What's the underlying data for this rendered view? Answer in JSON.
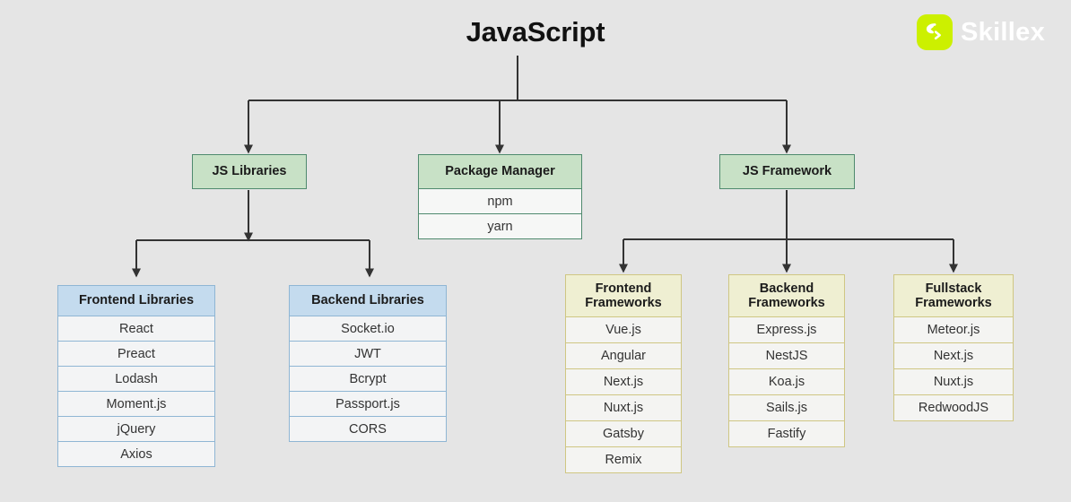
{
  "background_color": "#e5e5e5",
  "root": {
    "label": "JavaScript"
  },
  "logo": {
    "text": "Skillex",
    "mark_icon": "skillex-chevron-icon",
    "mark_color": "#ccf000",
    "text_color": "#ffffff"
  },
  "palette": {
    "green_header": "#c8e1c6",
    "green_border": "#4f8a6e",
    "blue_header": "#c4dbee",
    "blue_border": "#8fb6d4",
    "yellow_header": "#efefd2",
    "yellow_border": "#cfc683",
    "row_fill": "#f4f4f4",
    "wire": "#333333"
  },
  "level1": [
    {
      "id": "js-libraries",
      "label": "JS Libraries",
      "theme": "green",
      "items": []
    },
    {
      "id": "package-manager",
      "label": "Package Manager",
      "theme": "green",
      "items": [
        "npm",
        "yarn"
      ]
    },
    {
      "id": "js-framework",
      "label": "JS Framework",
      "theme": "green",
      "items": []
    }
  ],
  "libraries": [
    {
      "id": "frontend-libraries",
      "label": "Frontend Libraries",
      "theme": "blue",
      "items": [
        "React",
        "Preact",
        "Lodash",
        "Moment.js",
        "jQuery",
        "Axios"
      ]
    },
    {
      "id": "backend-libraries",
      "label": "Backend Libraries",
      "theme": "blue",
      "items": [
        "Socket.io",
        "JWT",
        "Bcrypt",
        "Passport.js",
        "CORS"
      ]
    }
  ],
  "frameworks": [
    {
      "id": "frontend-frameworks",
      "label": "Frontend\nFrameworks",
      "label_line1": "Frontend",
      "label_line2": "Frameworks",
      "theme": "yellow",
      "items": [
        "Vue.js",
        "Angular",
        "Next.js",
        "Nuxt.js",
        "Gatsby",
        "Remix"
      ]
    },
    {
      "id": "backend-frameworks",
      "label": "Backend\nFrameworks",
      "label_line1": "Backend",
      "label_line2": "Frameworks",
      "theme": "yellow",
      "items": [
        "Express.js",
        "NestJS",
        "Koa.js",
        "Sails.js",
        "Fastify"
      ]
    },
    {
      "id": "fullstack-frameworks",
      "label": "Fullstack\nFrameworks",
      "label_line1": "Fullstack",
      "label_line2": "Frameworks",
      "theme": "yellow",
      "items": [
        "Meteor.js",
        "Next.js",
        "Nuxt.js",
        "RedwoodJS"
      ]
    }
  ]
}
